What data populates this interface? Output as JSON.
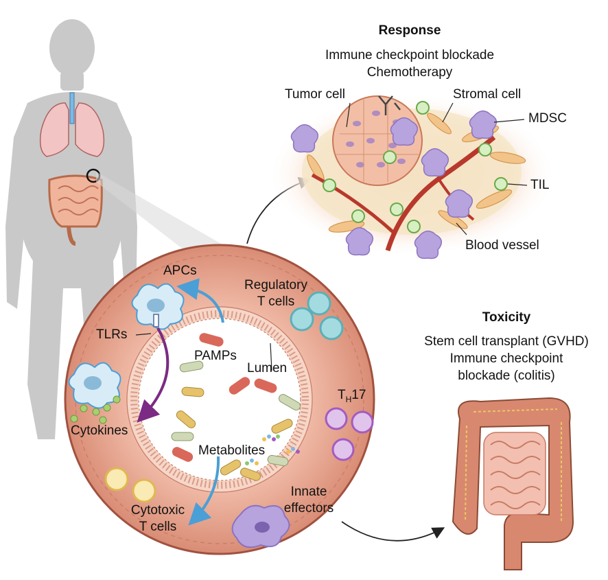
{
  "response": {
    "heading": "Response",
    "line1": "Immune checkpoint blockade",
    "line2": "Chemotherapy",
    "labels": {
      "tumor_cell": "Tumor cell",
      "stromal_cell": "Stromal cell",
      "mdsc": "MDSC",
      "til": "TIL",
      "blood_vessel": "Blood vessel"
    }
  },
  "toxicity": {
    "heading": "Toxicity",
    "line1": "Stem cell transplant (GVHD)",
    "line2": "Immune checkpoint",
    "line3": "blockade (colitis)"
  },
  "gut": {
    "apcs": "APCs",
    "regulatory_l1": "Regulatory",
    "regulatory_l2": "T cells",
    "tlrs": "TLRs",
    "pamps": "PAMPs",
    "lumen": "Lumen",
    "th17_main": "T",
    "th17_sub": "H",
    "th17_num": "17",
    "cytokines": "Cytokines",
    "metabolites": "Metabolites",
    "innate_l1": "Innate",
    "innate_l2": "effectors",
    "cytotoxic_l1": "Cytotoxic",
    "cytotoxic_l2": "T cells"
  },
  "colors": {
    "body": "#c9c9c9",
    "wall": "#e3a48f",
    "wall_edge": "#a0523f",
    "lumen": "#ffffff",
    "apc_arrow": "#4a9fd6",
    "tlr_arrow": "#7b2b83",
    "treg": "#6cc4c8",
    "th17": "#a45bc0",
    "ctl": "#f0d070",
    "mdsc": "#8b73c0",
    "til": "#8cc870",
    "vessel": "#b8382c",
    "stroma": "#e8a86a"
  }
}
